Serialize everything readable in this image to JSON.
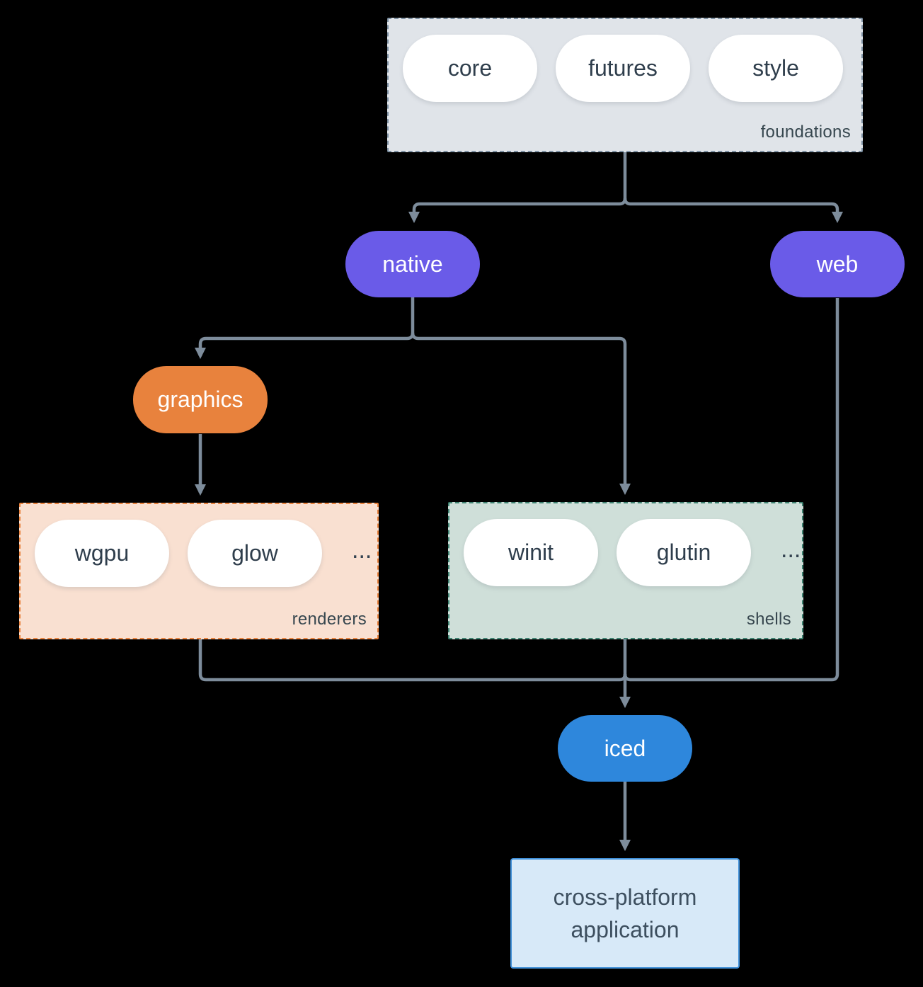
{
  "canvas": {
    "background": "#000000",
    "connector_color": "#7d8c9b"
  },
  "groups": {
    "foundations": {
      "label": "foundations",
      "fill": "#e0e4e9",
      "border_color": "#7e91a3",
      "items": [
        "core",
        "futures",
        "style"
      ]
    },
    "renderers": {
      "label": "renderers",
      "fill": "#f9e0d1",
      "border_color": "#e8823d",
      "items": [
        "wgpu",
        "glow"
      ],
      "ellipsis": "..."
    },
    "shells": {
      "label": "shells",
      "fill": "#cfdfd9",
      "border_color": "#3d8170",
      "items": [
        "winit",
        "glutin"
      ],
      "ellipsis": "..."
    }
  },
  "nodes": {
    "native": {
      "label": "native",
      "fill": "#6a5be8",
      "text_color": "#ffffff"
    },
    "web": {
      "label": "web",
      "fill": "#6a5be8",
      "text_color": "#ffffff"
    },
    "graphics": {
      "label": "graphics",
      "fill": "#e8823d",
      "text_color": "#ffffff"
    },
    "iced": {
      "label": "iced",
      "fill": "#2e87dc",
      "text_color": "#ffffff"
    },
    "application": {
      "line1": "cross-platform",
      "line2": "application",
      "fill": "#d7e9f8",
      "border_color": "#4090d9",
      "text_color": "#3d4f5f"
    }
  }
}
